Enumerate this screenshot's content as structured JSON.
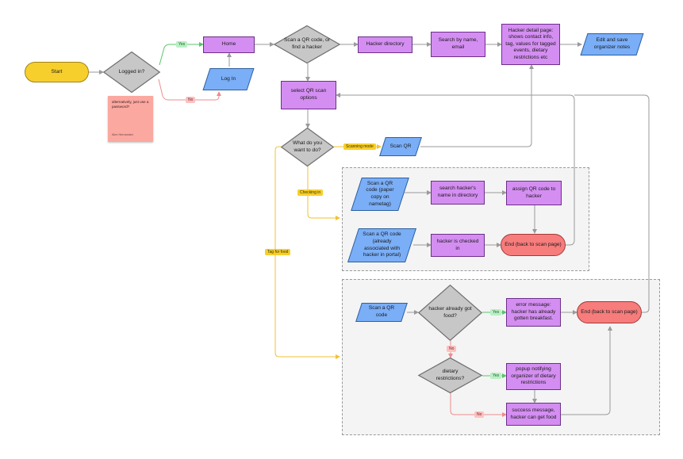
{
  "nodes": {
    "start": "Start",
    "logged_in": "Logged in?",
    "home": "Home",
    "log_in": "Log In",
    "scan_or_find": "Scan a QR code, or find a hacker",
    "hacker_directory": "Hacker directory",
    "search_by_name": "Search by name, email",
    "hacker_detail": "Hacker detail page: shows contact info, tag, values for tagged events, dietary restrictions etc",
    "edit_notes": "Edit and save organizer notes",
    "select_qr_options": "select QR scan options",
    "what_to_do": "What do you want to do?",
    "scan_qr": "Scan QR",
    "scan_paper_copy": "Scan a QR code (paper copy on nametag)",
    "search_hacker_name": "search hacker's name in directory",
    "assign_qr": "assign QR code to hacker",
    "scan_associated": "Scan a QR code (already associated with hacker in portal)",
    "hacker_checked_in": "hacker is checked in",
    "end_scan_1": "End (back to scan page)",
    "scan_qr_code": "Scan a QR code",
    "already_got_food": "hacker already got food?",
    "error_message": "error message: hacker has already gotten breakfast.",
    "end_scan_2": "End (back to scan page)",
    "dietary_restrictions": "dietary restrictions?",
    "popup_dietary": "popup notifying organizer of dietary restrictions",
    "success_message": "success message, hacker can get food"
  },
  "edge_labels": {
    "yes_home": "Yes",
    "no_login": "No",
    "scanning_mode": "Scanning mode",
    "checking_in": "Checking in",
    "tag_for_food": "Tag for food",
    "yes_error": "Yes",
    "no_dietary": "No",
    "yes_popup": "Yes",
    "no_success": "No"
  },
  "sticky": {
    "text": "alternatively, just use a password?",
    "author": "Alex Hernandez"
  },
  "colors": {
    "process": "#d48ef2",
    "io": "#7aaef7",
    "decision": "#c7c7c7",
    "terminal_start": "#f7cf2c",
    "terminal_end": "#f77c7c",
    "yes_edge": "#5cc46b",
    "no_edge": "#f08c8c",
    "option_edge": "#f2c230",
    "default_edge": "#9a9a9a",
    "sticky": "#fba8a0"
  }
}
